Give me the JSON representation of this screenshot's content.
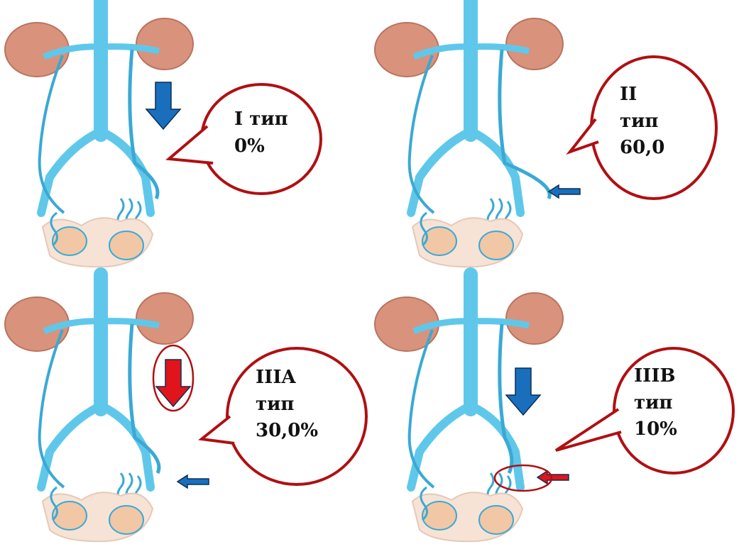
{
  "colors": {
    "vein": "#5fc8ea",
    "vein_dark": "#3aa9d4",
    "kidney": "#d9927c",
    "kidney_dark": "#b8735f",
    "bubble_stroke": "#b00f12",
    "arrow_blue": "#1a6fbd",
    "arrow_red": "#e0141a",
    "testis": "#f1c7a6"
  },
  "panels": [
    {
      "id": "type-1",
      "lines": [
        "I тип",
        "0%"
      ],
      "down_arrow": "blue",
      "side_arrow": "none",
      "down_circled": false,
      "side_circled": false
    },
    {
      "id": "type-2",
      "lines": [
        "II",
        "тип",
        "60,0"
      ],
      "down_arrow": "none",
      "side_arrow": "blue",
      "down_circled": false,
      "side_circled": false
    },
    {
      "id": "type-3a",
      "lines": [
        "IIIA",
        "тип",
        "30,0%"
      ],
      "down_arrow": "red",
      "side_arrow": "blue",
      "down_circled": true,
      "side_circled": false
    },
    {
      "id": "type-3b",
      "lines": [
        "IIIB",
        "тип",
        "10%"
      ],
      "down_arrow": "blue",
      "side_arrow": "red",
      "down_circled": false,
      "side_circled": true
    }
  ]
}
